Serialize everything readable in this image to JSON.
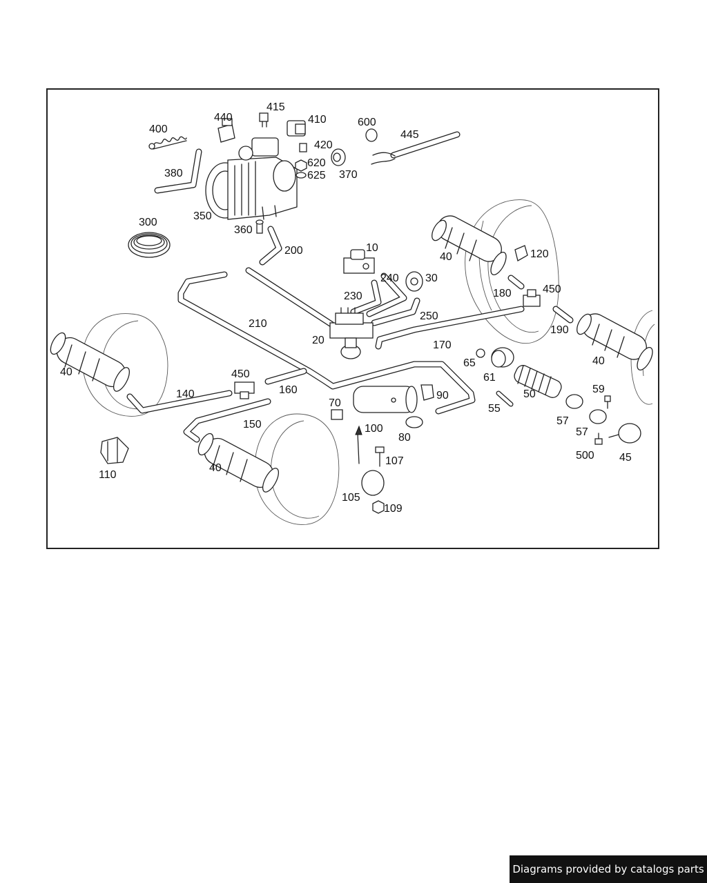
{
  "diagram": {
    "labels": [
      "415",
      "440",
      "410",
      "400",
      "600",
      "445",
      "420",
      "620",
      "625",
      "370",
      "380",
      "350",
      "300",
      "360",
      "200",
      "10",
      "40",
      "120",
      "240",
      "30",
      "180",
      "450",
      "230",
      "210",
      "250",
      "190",
      "20",
      "170",
      "65",
      "40",
      "40",
      "61",
      "450",
      "160",
      "140",
      "70",
      "90",
      "50",
      "59",
      "55",
      "57",
      "57",
      "150",
      "100",
      "80",
      "107",
      "500",
      "45",
      "110",
      "40",
      "105",
      "109"
    ]
  },
  "footer": {
    "text": "Diagrams provided by catalogs parts"
  }
}
